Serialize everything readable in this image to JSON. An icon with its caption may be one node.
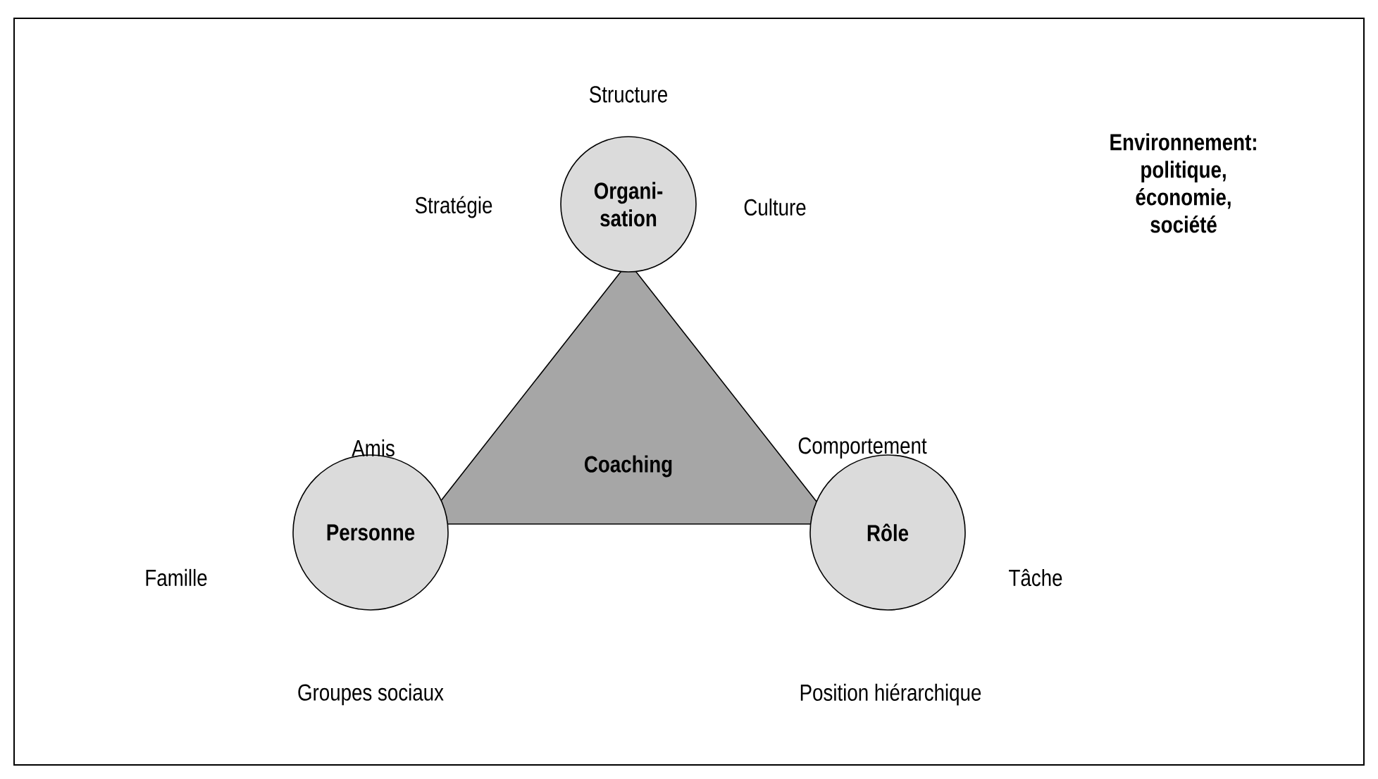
{
  "diagram": {
    "nodes": [
      {
        "text": [
          "Organi- sation"
        ],
        "beside": [
          "Structure",
          "Stratégie",
          "Culture"
        ]
      },
      {
        "text": [
          "Coaching"
        ]
      },
      {
        "text": [
          "Personne"
        ],
        "beside": [
          "Amis",
          "Famille",
          "Groupes sociaux"
        ]
      },
      {
        "text": [
          "Rôle"
        ],
        "beside": [
          "Comportement",
          "Tâche",
          "Position hiérarchique"
        ]
      }
    ],
    "labels": [
      "Environnement: politique, économie, société"
    ]
  }
}
